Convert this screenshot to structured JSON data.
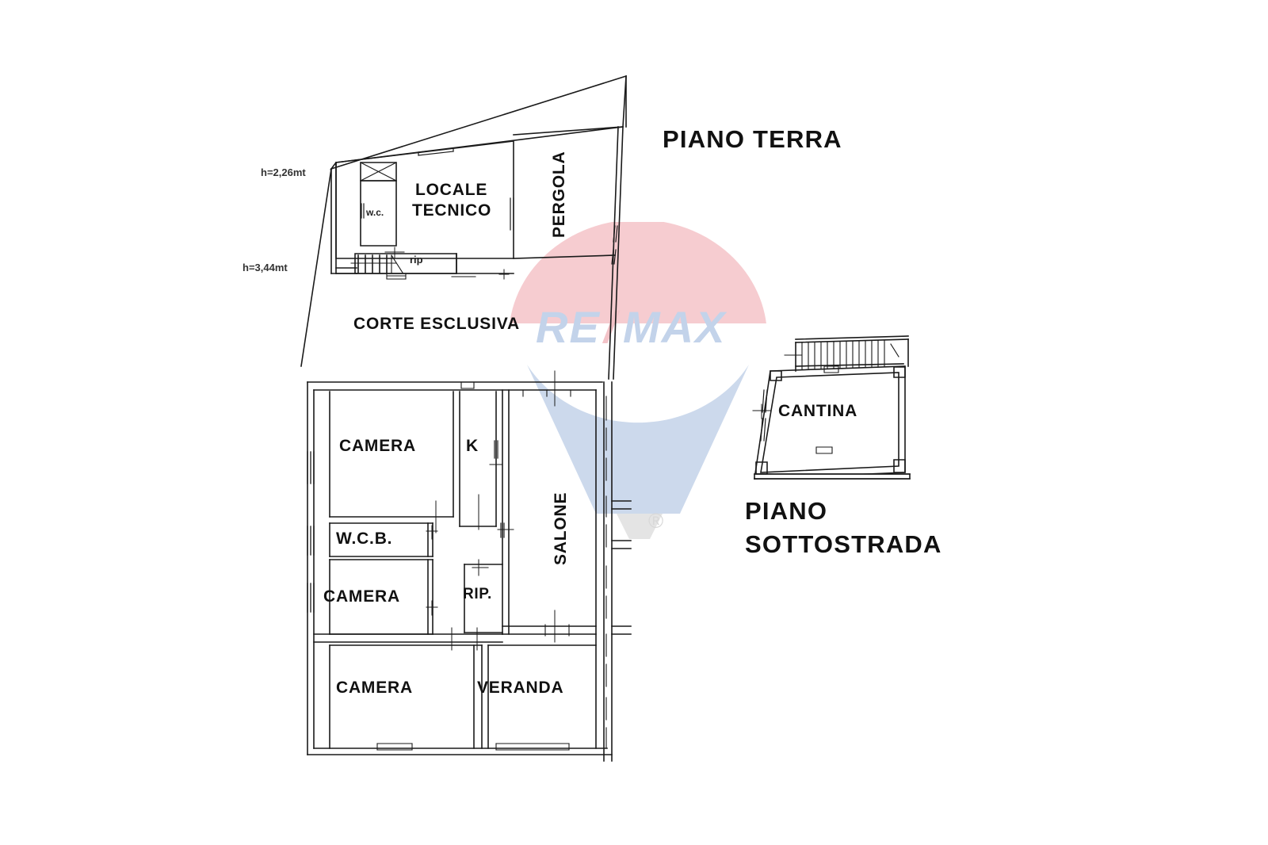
{
  "document": {
    "kind": "floor-plan",
    "background": "#ffffff",
    "line_color": "#1a1a1a"
  },
  "titles": {
    "ground_floor": "PIANO  TERRA",
    "lower_floor_line1": "PIANO",
    "lower_floor_line2": "SOTTOSTRADA"
  },
  "ground_floor": {
    "heights": [
      {
        "id": "h-upper",
        "text": "h=2,26mt"
      },
      {
        "id": "h-lower",
        "text": "h=3,44mt"
      }
    ],
    "rooms": [
      {
        "id": "locale-tecnico",
        "line1": "LOCALE",
        "line2": "TECNICO"
      },
      {
        "id": "wc",
        "label": "w.c."
      },
      {
        "id": "rip",
        "label": "rip"
      },
      {
        "id": "pergola",
        "label": "PERGOLA",
        "rotated": true
      }
    ],
    "courtyard": {
      "label": "CORTE  ESCLUSIVA"
    }
  },
  "lower_floor": {
    "rooms": [
      {
        "id": "camera-1",
        "label": "CAMERA"
      },
      {
        "id": "kitchen",
        "label": "K"
      },
      {
        "id": "salone",
        "label": "SALONE",
        "rotated": true
      },
      {
        "id": "wcb",
        "label": "W.C.B."
      },
      {
        "id": "camera-2",
        "label": "CAMERA"
      },
      {
        "id": "ripostiglio",
        "label": "RIP."
      },
      {
        "id": "camera-3",
        "label": "CAMERA"
      },
      {
        "id": "veranda",
        "label": "VERANDA"
      }
    ]
  },
  "basement": {
    "rooms": [
      {
        "id": "cantina",
        "label": "CANTINA"
      }
    ]
  },
  "watermark": {
    "brand_left": "RE",
    "brand_slash": "/",
    "brand_right": "MAX",
    "registered": "®",
    "colors": {
      "red": "#f6ccd0",
      "blue": "#ccd9ec",
      "text_blue": "#c3d3ea",
      "text_red": "#f3c3c8",
      "basket": "#e2e2e2"
    }
  }
}
